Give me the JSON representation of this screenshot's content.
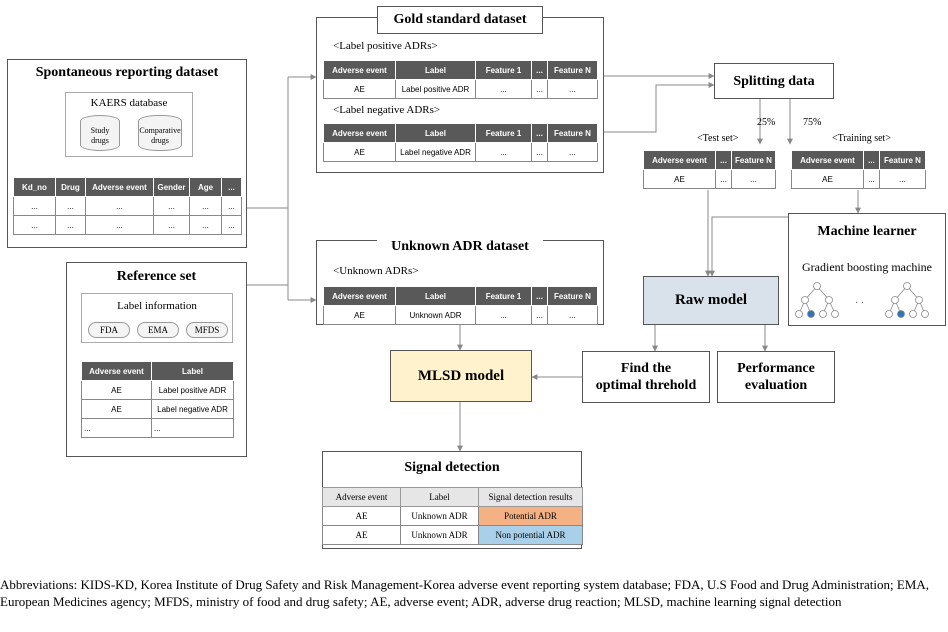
{
  "spontaneous": {
    "title": "Spontaneous reporting dataset",
    "db_label": "KAERS database",
    "cyl1": "Study drugs",
    "cyl2": "Comparative drugs",
    "headers": [
      "Kd_no",
      "Drug",
      "Adverse event",
      "Gender",
      "Age",
      "..."
    ],
    "rows": [
      [
        "...",
        "...",
        "...",
        "...",
        "...",
        "..."
      ],
      [
        "...",
        "...",
        "...",
        "...",
        "...",
        "..."
      ]
    ]
  },
  "reference": {
    "title": "Reference set",
    "info_label": "Label information",
    "sources": [
      "FDA",
      "EMA",
      "MFDS"
    ],
    "headers": [
      "Adverse event",
      "Label"
    ],
    "rows": [
      [
        "AE",
        "Label positive ADR"
      ],
      [
        "AE",
        "Label negative ADR"
      ],
      [
        "...",
        "..."
      ]
    ]
  },
  "gold": {
    "title": "Gold standard dataset",
    "pos_caption": "<Label positive ADRs>",
    "neg_caption": "<Label negative ADRs>",
    "headers": [
      "Adverse event",
      "Label",
      "Feature 1",
      "...",
      "Feature N"
    ],
    "pos_row": [
      "AE",
      "Label positive ADR",
      "...",
      "...",
      "..."
    ],
    "neg_row": [
      "AE",
      "Label negative ADR",
      "...",
      "...",
      "..."
    ]
  },
  "unknown": {
    "title": "Unknown ADR dataset",
    "caption": "<Unknown ADRs>",
    "headers": [
      "Adverse event",
      "Label",
      "Feature 1",
      "...",
      "Feature N"
    ],
    "row": [
      "AE",
      "Unknown ADR",
      "...",
      "...",
      "..."
    ]
  },
  "splitting": {
    "title": "Splitting data",
    "test_pct": "25%",
    "train_pct": "75%",
    "test_caption": "<Test set>",
    "train_caption": "<Training set>",
    "headers": [
      "Adverse event",
      "...",
      "Feature N"
    ],
    "row": [
      "AE",
      "...",
      "..."
    ]
  },
  "learner": {
    "title": "Machine learner",
    "subtitle": "Gradient boosting machine",
    "dots": "·    ·"
  },
  "raw_model": {
    "title": "Raw model"
  },
  "optimal": {
    "line1": "Find the",
    "line2": "optimal threhold"
  },
  "performance": {
    "line1": "Performance",
    "line2": "evaluation"
  },
  "mlsd": {
    "title": "MLSD model"
  },
  "signal": {
    "title": "Signal detection",
    "headers": [
      "Adverse event",
      "Label",
      "Signal detection results"
    ],
    "rows": [
      [
        "AE",
        "Unknown ADR",
        "Potential ADR"
      ],
      [
        "AE",
        "Unknown ADR",
        "Non potential ADR"
      ]
    ]
  },
  "colors": {
    "raw_model_fill": "#d9e1ea",
    "mlsd_fill": "#fff2cc",
    "potential_fill": "#f4b183",
    "non_potential_fill": "#a9d0e8",
    "header_fill": "#595959"
  },
  "abbreviations": "Abbreviations: KIDS-KD, Korea Institute of Drug Safety and Risk Management-Korea adverse event reporting system database; FDA, U.S Food and Drug Administration; EMA, European Medicines agency; MFDS, ministry of food and drug safety; AE, adverse event; ADR, adverse drug reaction; MLSD, machine learning signal detection"
}
